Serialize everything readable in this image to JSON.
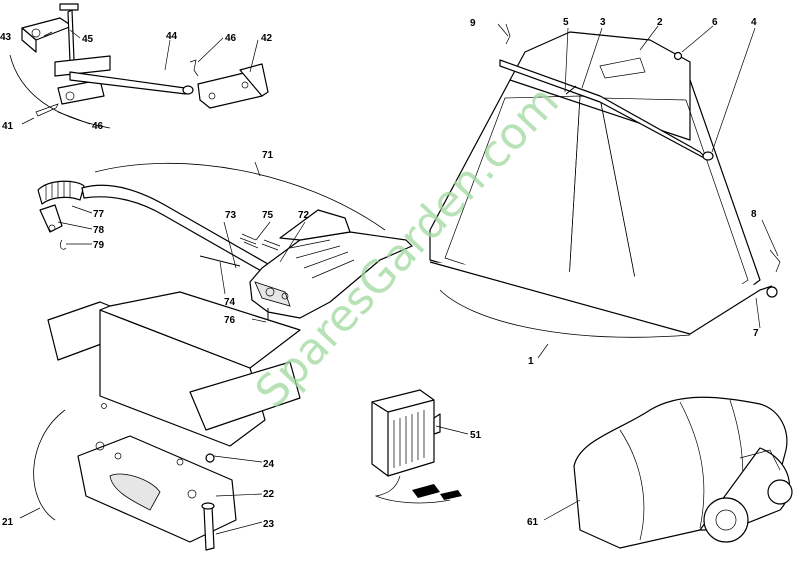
{
  "watermark": "SparesGarden.com",
  "callouts": {
    "c1": "1",
    "c2": "2",
    "c3": "3",
    "c4": "4",
    "c5": "5",
    "c6": "6",
    "c7": "7",
    "c8": "8",
    "c9": "9",
    "c21": "21",
    "c22": "22",
    "c23": "23",
    "c24": "24",
    "c41": "41",
    "c42": "42",
    "c43": "43",
    "c44": "44",
    "c45": "45",
    "c46a": "46",
    "c46b": "46",
    "c51": "51",
    "c61": "61",
    "c71": "71",
    "c72": "72",
    "c73": "73",
    "c74": "74",
    "c75": "75",
    "c76": "76",
    "c77": "77",
    "c78": "78",
    "c79": "79"
  }
}
